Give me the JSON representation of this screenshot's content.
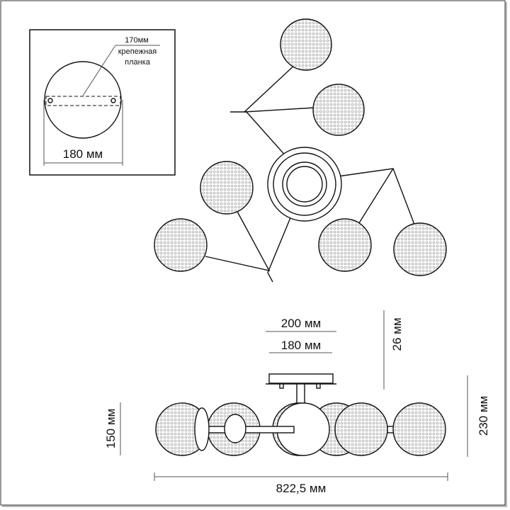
{
  "inset": {
    "bar_length": "170мм",
    "bar_label_line1": "крепежная",
    "bar_label_line2": "планка",
    "plate_diameter": "180 мм"
  },
  "side_view": {
    "canopy_outer": "200 мм",
    "canopy_inner": "180 мм",
    "canopy_height": "26 мм",
    "total_height": "230 мм",
    "globe_diameter": "150 мм",
    "total_width": "822,5 мм"
  }
}
